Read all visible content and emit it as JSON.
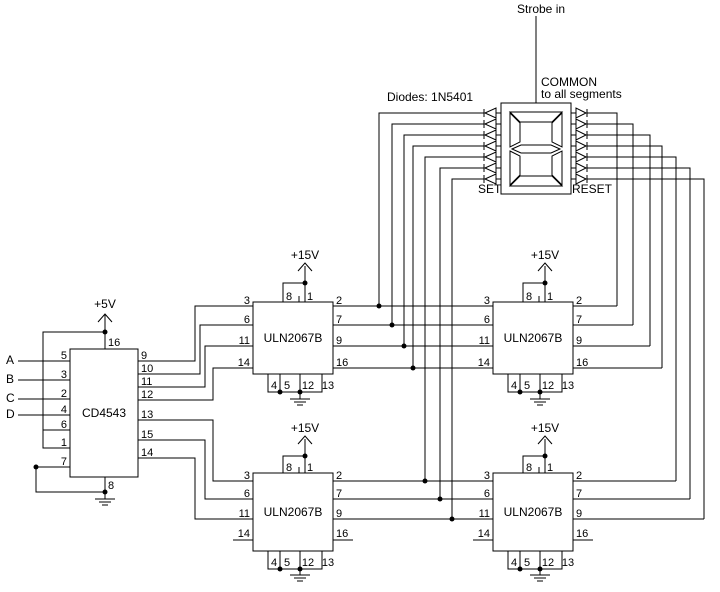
{
  "schematic": {
    "strobe_label": "Strobe in",
    "common_line1": "COMMON",
    "common_line2": "to all segments",
    "diodes_label": "Diodes: 1N5401",
    "set_label": "SET",
    "reset_label": "RESET"
  },
  "power": {
    "logic_supply": "+5V",
    "driver_supply": "+15V"
  },
  "decoder": {
    "name": "CD4543",
    "input_labels": [
      "A",
      "B",
      "C",
      "D"
    ],
    "left_pins": [
      "5",
      "3",
      "2",
      "4",
      "6",
      "1",
      "7"
    ],
    "right_pins": [
      "9",
      "10",
      "11",
      "12",
      "13",
      "15",
      "14"
    ],
    "top_pin": "16",
    "bottom_pin": "8"
  },
  "drivers": {
    "name": "ULN2067B",
    "left_pins": [
      "3",
      "6",
      "11",
      "14"
    ],
    "right_pins": [
      "2",
      "7",
      "9",
      "16"
    ],
    "top_pins": [
      "8",
      "1"
    ],
    "bottom_pins": [
      "4",
      "5",
      "12",
      "13"
    ]
  }
}
